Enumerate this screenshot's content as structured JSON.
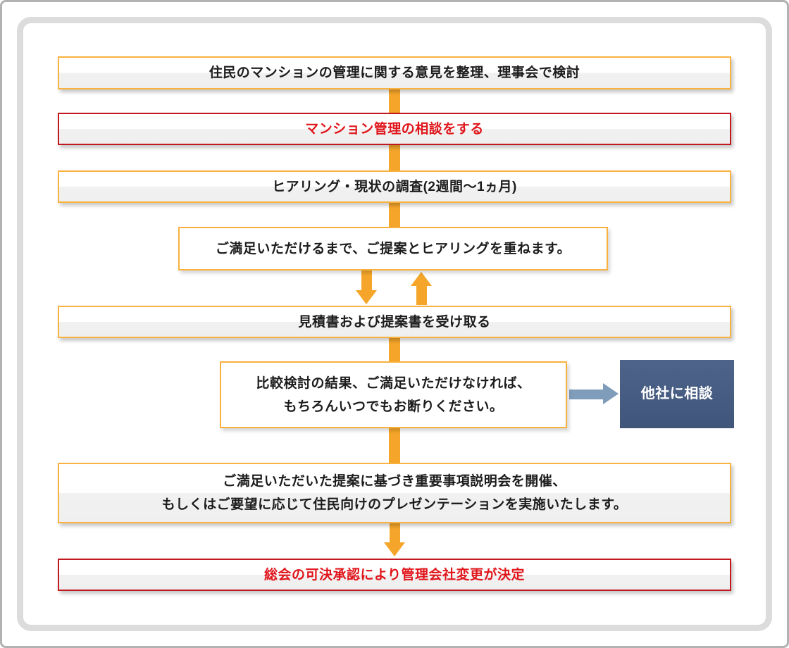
{
  "colors": {
    "accent_orange_border": "#f9b13f",
    "arrow_orange": "#f5a62a",
    "red_border": "#c2181f",
    "red_text": "#e0151b",
    "steel_arrow": "#7f9cba",
    "navy_box": "#45597e",
    "panel_border": "#dcdcdc",
    "box_bottom_gray": "#f1f1f1"
  },
  "flow": {
    "opinion": {
      "text": "住民のマンションの管理に関する意見を整理、理事会で検討"
    },
    "consult": {
      "text": "マンション管理の相談をする"
    },
    "hearing": {
      "text": "ヒアリング・現状の調査(2週間〜1ヵ月)"
    },
    "proposal_loop": {
      "text": "ご満足いただけるまで、ご提案とヒアリングを重ねます。"
    },
    "receive_documents": {
      "text": "見積書および提案書を受け取る"
    },
    "comparison": {
      "line1": "比較検討の結果、ご満足いただけなければ、",
      "line2": "もちろんいつでもお断りください。"
    },
    "other_company": {
      "text": "他社に相談"
    },
    "presentation": {
      "line1": "ご満足いただいた提案に基づき重要事項説明会を開催、",
      "line2": "もしくはご要望に応じて住民向けのプレゼンテーションを実施いたします。"
    },
    "final_decision": {
      "text": "総会の可決承認により管理会社変更が決定"
    }
  },
  "icons": {
    "down_arrow": "triangle-down",
    "up_arrow": "triangle-up",
    "right_arrow": "triangle-right"
  }
}
